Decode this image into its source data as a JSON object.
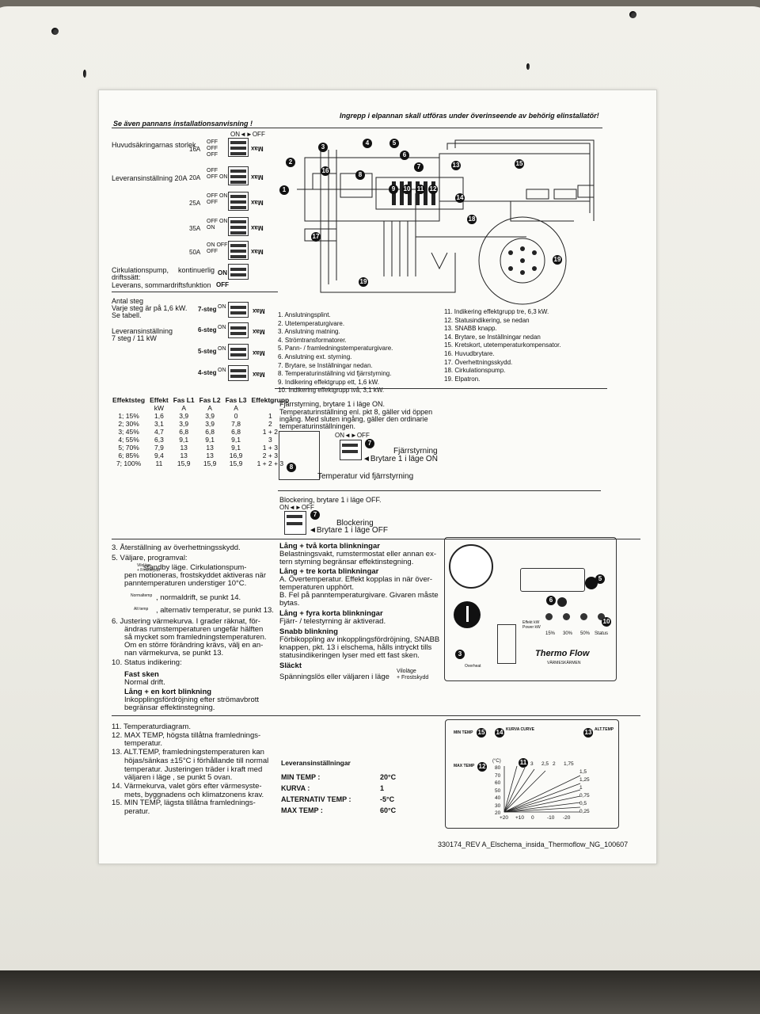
{
  "header": {
    "left": "Se även pannans installationsanvisning !",
    "right": "Ingrepp i elpannan skall utföras under överinseende av behörig elinstallatör!"
  },
  "switches": {
    "on_off": "ON◄►OFF",
    "fuse_title": "Huvudsäkringarnas storlek.",
    "delivery_20a": "Leveransinställning 20A",
    "rows": [
      {
        "amp": "16A",
        "states": "OFF OFF OFF"
      },
      {
        "amp": "20A",
        "states": "OFF OFF ON"
      },
      {
        "amp": "25A",
        "states": "OFF ON OFF"
      },
      {
        "amp": "35A",
        "states": "OFF ON ON"
      },
      {
        "amp": "50A",
        "states": "ON OFF OFF"
      }
    ],
    "circ_pump": "Cirkulationspump,",
    "circ_mode": "driftssätt:",
    "continuous": "kontinuerlig",
    "on": "ON",
    "summer": "Leverans, sommardriftsfunktion",
    "off": "OFF",
    "steps_title": "Antal steg",
    "steps_desc1": "Varje steg är på 1,6 kW.",
    "steps_desc2": "Se tabell.",
    "delivery_steps1": "Leveransinställning",
    "delivery_steps2": "7 steg / 11 kW",
    "step_labels": [
      "7-steg",
      "6-steg",
      "5-steg",
      "4-steg"
    ],
    "max": "Max"
  },
  "table": {
    "headers": [
      "Effektsteg",
      "Effekt",
      "Fas L1",
      "Fas L2",
      "Fas L3",
      "Effektgrupp"
    ],
    "units": [
      "",
      "kW",
      "A",
      "A",
      "A",
      ""
    ],
    "rows": [
      [
        "1; 15%",
        "1,6",
        "3,9",
        "3,9",
        "0",
        "1"
      ],
      [
        "2; 30%",
        "3,1",
        "3,9",
        "3,9",
        "7,8",
        "2"
      ],
      [
        "3; 45%",
        "4,7",
        "6,8",
        "6,8",
        "6,8",
        "1 + 2"
      ],
      [
        "4; 55%",
        "6,3",
        "9,1",
        "9,1",
        "9,1",
        "3"
      ],
      [
        "5; 70%",
        "7,9",
        "13",
        "13",
        "9,1",
        "1 + 3"
      ],
      [
        "6; 85%",
        "9,4",
        "13",
        "13",
        "16,9",
        "2 + 3"
      ],
      [
        "7; 100%",
        "11",
        "15,9",
        "15,9",
        "15,9",
        "1 + 2 + 3"
      ]
    ]
  },
  "legend_left": [
    "1.   Anslutningsplint.",
    "2.   Utetemperaturgivare.",
    "3.   Anslutning matning.",
    "4.   Strömtransformatorer.",
    "5.   Pann- / framledningstemperaturgivare.",
    "6.   Anslutning ext. styrning.",
    "7.   Brytare, se Inställningar nedan.",
    "8.   Temperaturinställning vid fjärrstyrning.",
    "9.   Indikering effektgrupp ett, 1,6 kW.",
    "10. Indikering effektgrupp två, 3,1 kW."
  ],
  "legend_right": [
    "11.  Indikering effektgrupp tre, 6,3 kW.",
    "12.  Statusindikering, se nedan",
    "13.  SNABB knapp.",
    "14.  Brytare, se Inställningar nedan",
    "15.  Kretskort, utetemperaturkompensator.",
    "16.  Huvudbrytare.",
    "17.  Överhettningsskydd.",
    "18.  Cirkulationspump.",
    "19.  Elpatron."
  ],
  "remote": {
    "title": "Fjärrstyrning, brytare 1 i läge ON.",
    "l1": "Temperaturinställning enl. pkt 8, gäller vid öppen",
    "l2": "ingång. Med sluten ingång, gäller den ordinarie",
    "l3": "temperaturinställningen.",
    "fjarr": "Fjärrstyrning",
    "brytare_on": "◄Brytare 1 i läge ON",
    "temp": "Temperatur vid fjärrstyrning",
    "block": "Blockering, brytare 1 i läge OFF.",
    "blockering": "Blockering",
    "brytare_off": "◄Brytare 1 i läge OFF",
    "on_off": "ON◄►OFF"
  },
  "steps_left": [
    "3.  Återställning av överhettningsskydd.",
    "5.  Väljare, programval:",
    "standby läge. Cirkulationspum-",
    "pen motioneras, frostskyddet aktiveras när",
    "panntemperaturen understiger 10°C.",
    ", normaldrift, se punkt 14.",
    ", alternativ temperatur, se punkt 13.",
    "6.  Justering värmekurva. I grader räknat, för-",
    "ändras rumstemperaturen ungefär hälften",
    "så mycket som framledningstemperaturen.",
    "Om en större förändring krävs, välj en an-",
    "nan värmekurva, se punkt 13.",
    "10. Status indikering:"
  ],
  "status": {
    "fast_title": "Fast sken",
    "fast_desc": "Normal drift.",
    "one_title": "Lång + en kort blinkning",
    "one_l1": "Inkopplingsfördröjning efter strömavbrott",
    "one_l2": "begränsar effektinstegning.",
    "two_title": "Lång + två korta blinkningar",
    "two_l1": "Belastningsvakt, rumstermostat eller annan ex-",
    "two_l2": "tern styrning begränsar effektinstegning.",
    "three_title": "Lång + tre korta blinkningar",
    "three_l1": "A. Övertemperatur. Effekt kopplas in när över-",
    "three_l2": "temperaturen upphört.",
    "three_l3": "B. Fel på panntemperaturgivare. Givaren måste",
    "three_l4": "bytas.",
    "four_title": "Lång + fyra korta blinkningar",
    "four_l1": "Fjärr- / telestyrning är aktiverad.",
    "snabb_title": "Snabb blinkning",
    "snabb_l1": "Förbikoppling av inkopplingsfördröjning, SNABB",
    "snabb_l2": "knappen, pkt. 13 i elschema, hålls intryckt tills",
    "snabb_l3": "statusindikeringen lyser med ett fast sken.",
    "slackt_title": "Släckt",
    "slackt_l1": "Spänningslös eller väljaren i läge",
    "vilolage": "Viloläge",
    "frostskydd": "+ Frostskydd",
    "normaltemp": "Normaltemp",
    "alttemp": "Alt temp"
  },
  "panel": {
    "brand": "Thermo Flow",
    "brand_sub": "VÄRMESKÄRMEN",
    "effekt": "Effekt kW",
    "power": "Power kW",
    "pct": [
      "15%",
      "30%",
      "50%",
      "Status"
    ],
    "overheat": "Overheat"
  },
  "bottom_left": [
    "11.  Temperaturdiagram.",
    "12.  MAX TEMP, högsta tillåtna framlednings-",
    "temperatur.",
    "13.  ALT.TEMP, framledningstemperaturen kan",
    "höjas/sänkas ±15°C i förhållande till normal",
    "temperatur. Justeringen träder i kraft med",
    "väljaren i läge       , se punkt 5 ovan.",
    "14.  Värmekurva, valet görs efter värmesyste-",
    "mets, byggnadens och klimatzonens krav.",
    "15.  MIN TEMP, lägsta tillåtna framlednings-",
    "peratur."
  ],
  "delivery": {
    "title": "Leveransinställningar",
    "rows": [
      {
        "k": "MIN TEMP :",
        "v": "20°C"
      },
      {
        "k": "KURVA :",
        "v": "1"
      },
      {
        "k": "ALTERNATIV TEMP :",
        "v": "-5°C"
      },
      {
        "k": "MAX TEMP :",
        "v": "60°C"
      }
    ]
  },
  "diagram": {
    "min_temp": "MIN TEMP",
    "kurva": "KURVA CURVE",
    "alt_temp": "ALT.TEMP",
    "max_temp": "MAX TEMP",
    "unit": "(°C)",
    "y_ticks": [
      "80",
      "70",
      "60",
      "50",
      "40",
      "30",
      "20"
    ],
    "x_ticks": [
      "+20",
      "+10",
      "0",
      "-10",
      "-20"
    ],
    "top_curves": [
      "3",
      "2,5",
      "2",
      "1,75"
    ],
    "right_curves": [
      "1,5",
      "1,25",
      "1",
      "0,75",
      "0,5",
      "0,25"
    ]
  },
  "footer": "330174_REV A_Elschema_insida_Thermoflow_NG_100607",
  "badges": [
    "1",
    "2",
    "3",
    "4",
    "5",
    "6",
    "7",
    "8",
    "9",
    "10",
    "11",
    "12",
    "13",
    "14",
    "15",
    "16",
    "17",
    "18",
    "19"
  ]
}
